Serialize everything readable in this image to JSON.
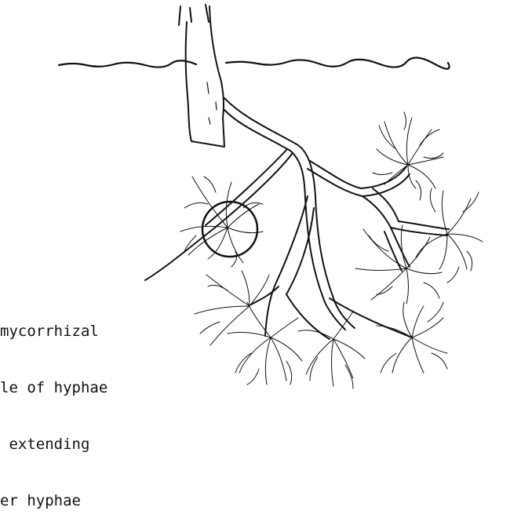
{
  "caption": {
    "lines": [
      "mycorrhizal",
      "le of hyphae",
      " extending",
      "er hyphae"
    ]
  },
  "colors": {
    "ink": "#111111",
    "paper": "#ffffff"
  }
}
